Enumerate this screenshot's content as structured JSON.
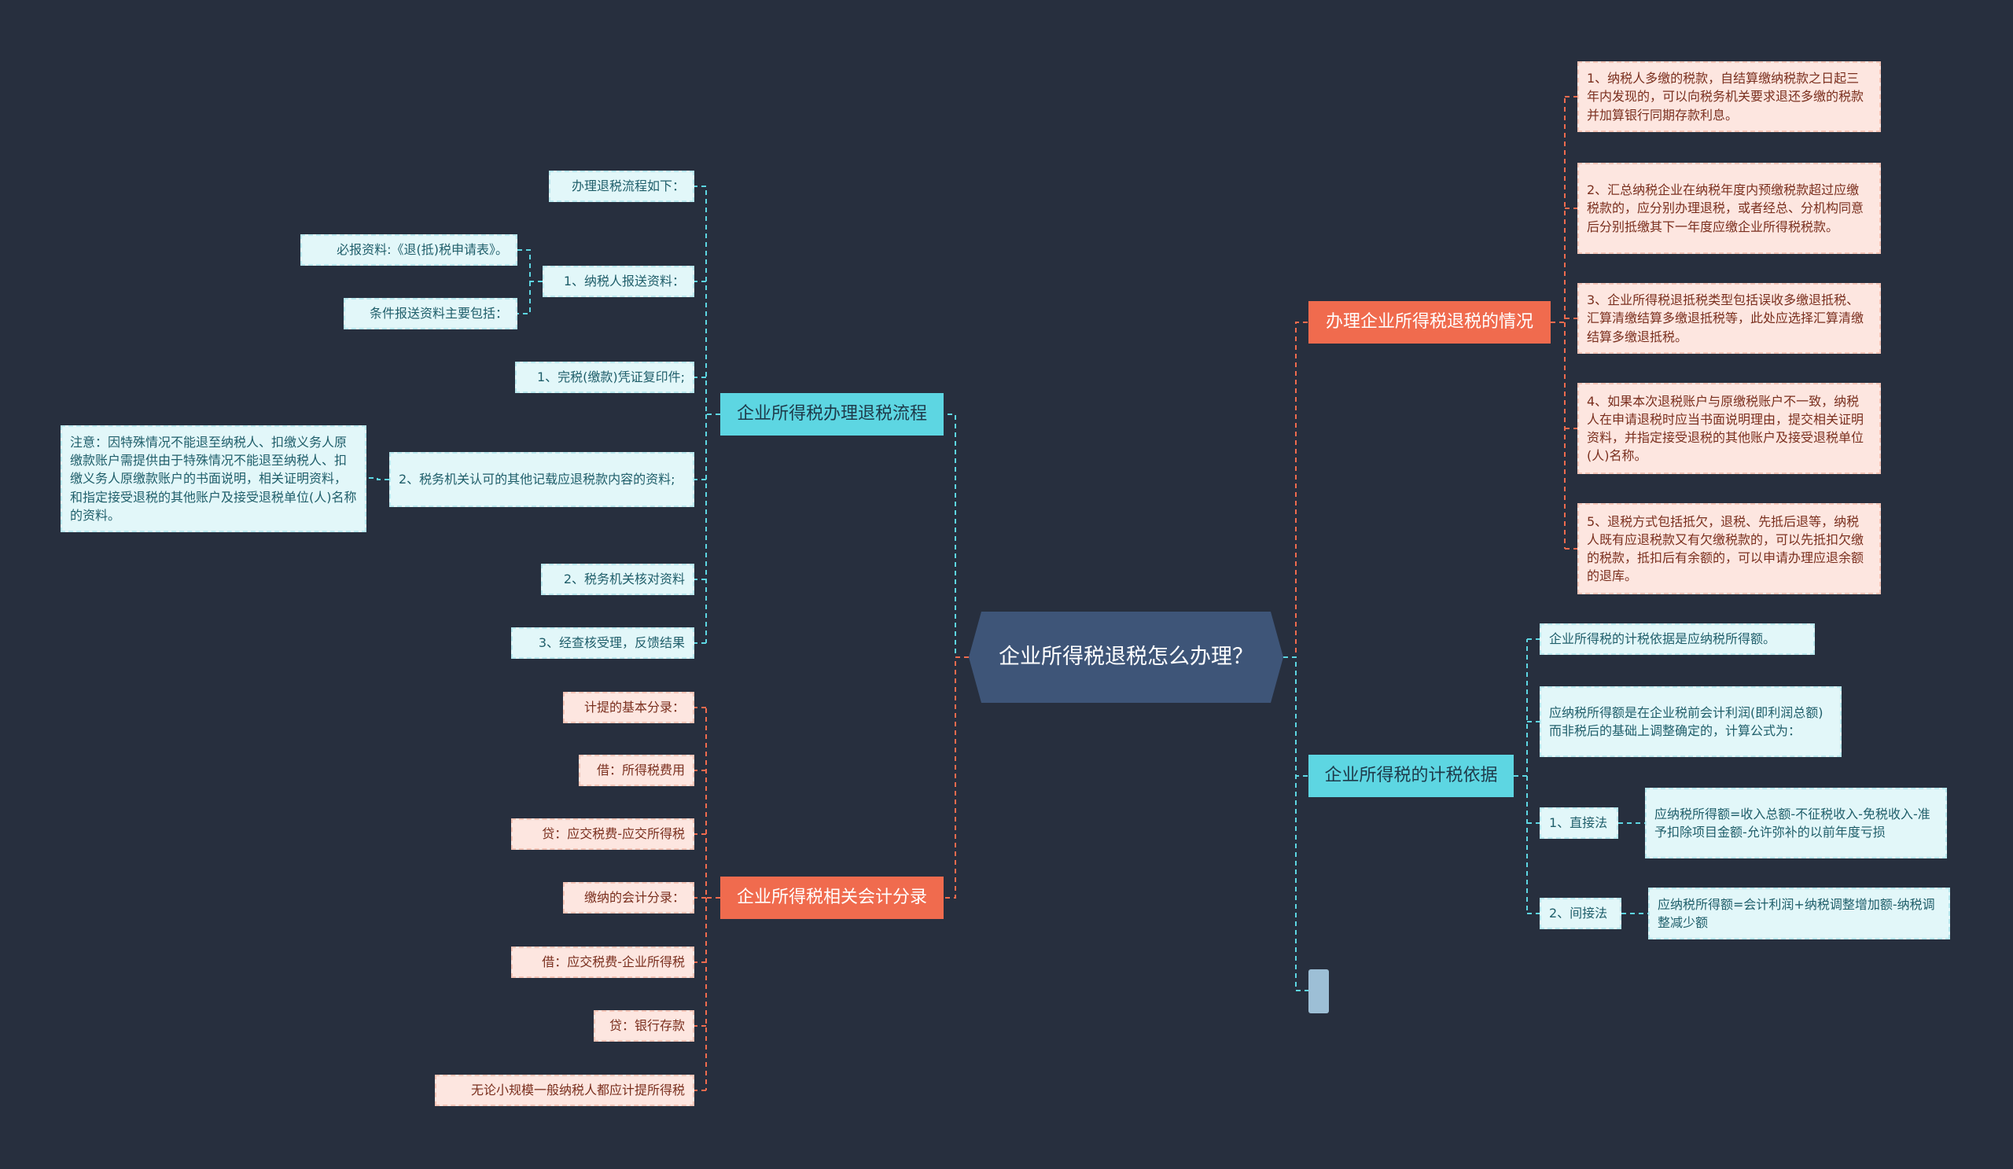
{
  "central": {
    "text": "企业所得税退税怎么办理？"
  },
  "branch_process": {
    "title": "企业所得税办理退税流程",
    "intro": "办理退税流程如下：",
    "step1": "1、纳税人报送资料：",
    "step1_required": "必报资料:《退(抵)税申请表》。",
    "step1_conditional": "条件报送资料主要包括：",
    "voucher": "1、完税(缴款)凭证复印件;",
    "other_docs": "2、税务机关认可的其他记载应退税款内容的资料;",
    "note": "注意：因特殊情况不能退至纳税人、扣缴义务人原缴款账户需提供由于特殊情况不能退至纳税人、扣缴义务人原缴款账户的书面说明，相关证明资料，和指定接受退税的其他账户及接受退税单位(人)名称的资料。",
    "step2": "2、税务机关核对资料",
    "step3": "3、经查核受理，反馈结果"
  },
  "branch_accounting": {
    "title": "企业所得税相关会计分录",
    "items": [
      "计提的基本分录：",
      "借：所得税费用",
      "贷：应交税费-应交所得税",
      "缴纳的会计分录：",
      "借：应交税费-企业所得税",
      "贷：银行存款",
      "无论小规模一般纳税人都应计提所得税"
    ]
  },
  "branch_situation": {
    "title": "办理企业所得税退税的情况",
    "items": [
      "1、纳税人多缴的税款，自结算缴纳税款之日起三年内发现的，可以向税务机关要求退还多缴的税款并加算银行同期存款利息。",
      "2、汇总纳税企业在纳税年度内预缴税款超过应缴税款的，应分别办理退税，或者经总、分机构同意后分别抵缴其下一年度应缴企业所得税税款。",
      "3、企业所得税退抵税类型包括误收多缴退抵税、汇算清缴结算多缴退抵税等，此处应选择汇算清缴结算多缴退抵税。",
      "4、如果本次退税账户与原缴税账户不一致，纳税人在申请退税时应当书面说明理由，提交相关证明资料，并指定接受退税的其他账户及接受退税单位(人)名称。",
      "5、退税方式包括抵欠，退税、先抵后退等，纳税人既有应退税款又有欠缴税款的，可以先抵扣欠缴的税款，抵扣后有余额的，可以申请办理应退余额的退库。"
    ]
  },
  "branch_basis": {
    "title": "企业所得税的计税依据",
    "basis": "企业所得税的计税依据是应纳税所得额。",
    "definition": "应纳税所得额是在企业税前会计利润(即利润总额)而非税后的基础上调整确定的，计算公式为：",
    "direct_label": "1、直接法",
    "direct_formula": "应纳税所得额=收入总额-不征税收入-免税收入-准予扣除项目金额-允许弥补的以前年度亏损",
    "indirect_label": "2、间接法",
    "indirect_formula": "应纳税所得额=会计利润+纳税调整增加额-纳税调整减少额"
  },
  "colors": {
    "background": "#272f3e",
    "central": "#3e5578",
    "cyan_main": "#5dd6e2",
    "orange_main": "#f06b4e",
    "cyan_leaf": "#e2f7f9",
    "orange_leaf": "#fde6e0"
  }
}
